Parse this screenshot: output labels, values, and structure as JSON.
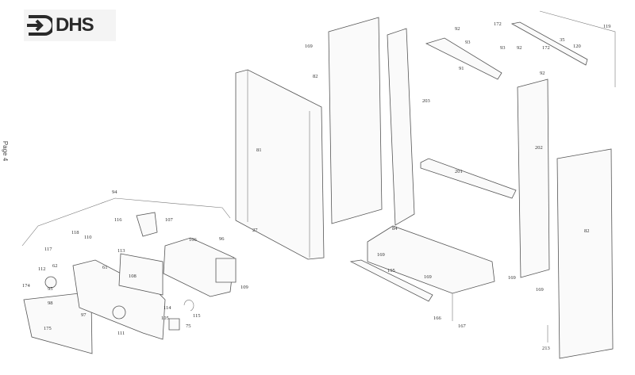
{
  "logo": {
    "text": "DHS",
    "icon": "arrow-in-box-icon"
  },
  "page_label": "Page 4",
  "callouts": [
    "94",
    "116",
    "107",
    "118",
    "110",
    "117",
    "113",
    "106",
    "96",
    "112",
    "62",
    "61",
    "108",
    "174",
    "95",
    "98",
    "97",
    "105",
    "114",
    "115",
    "175",
    "111",
    "75",
    "27",
    "109",
    "81",
    "169",
    "82",
    "203",
    "92",
    "172",
    "93",
    "93",
    "35",
    "119",
    "120",
    "91",
    "92",
    "172",
    "92",
    "202",
    "201",
    "82",
    "84",
    "169",
    "195",
    "169",
    "166",
    "167",
    "169",
    "169",
    "213"
  ]
}
